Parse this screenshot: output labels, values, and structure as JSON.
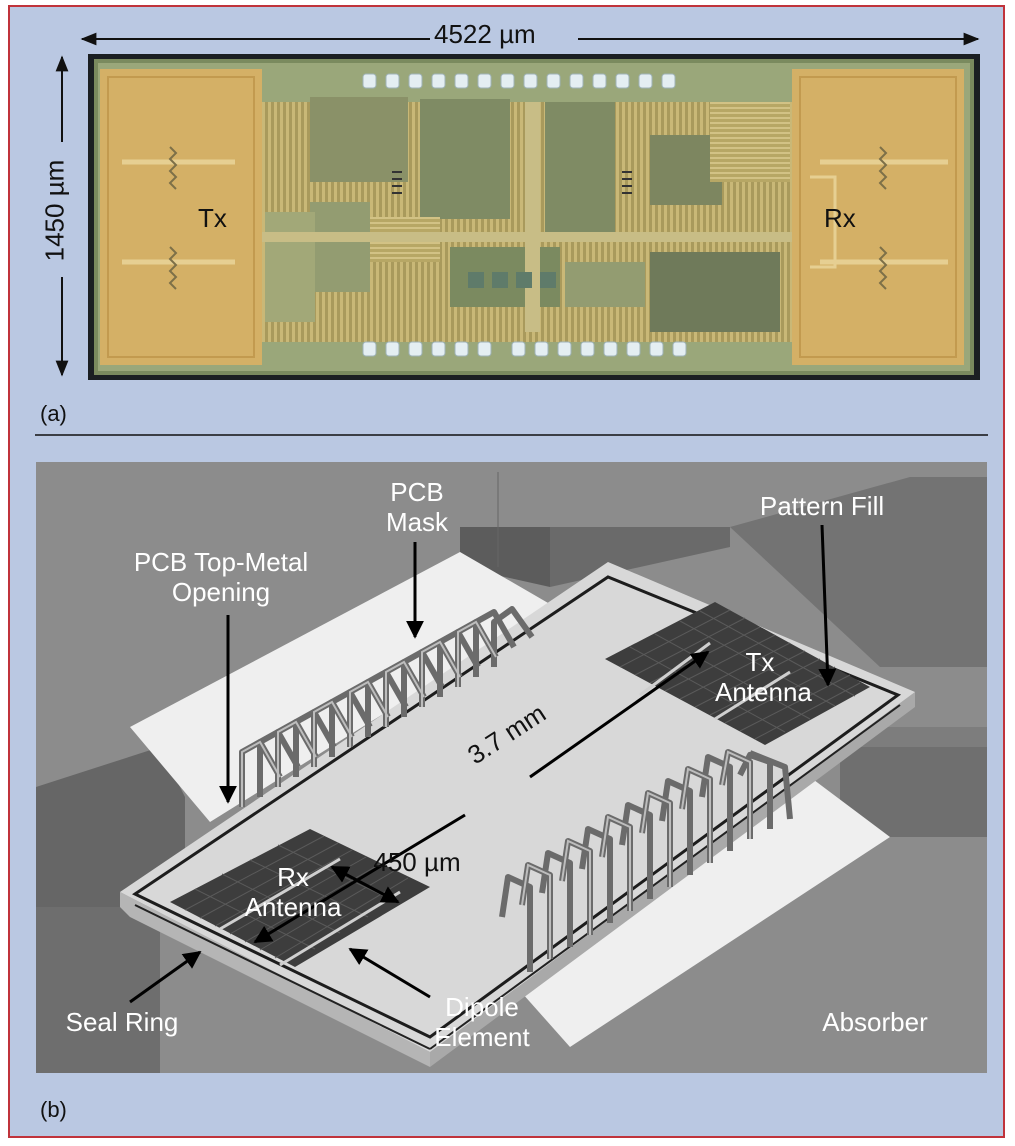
{
  "panel_a": {
    "label": "(a)",
    "width_dim": "4522 µm",
    "height_dim": "1450 µm",
    "tx_label": "Tx",
    "rx_label": "Rx"
  },
  "panel_b": {
    "label": "(b)",
    "pcb_mask_line1": "PCB",
    "pcb_mask_line2": "Mask",
    "pattern_fill": "Pattern Fill",
    "opening_line1": "PCB Top-Metal",
    "opening_line2": "Opening",
    "tx_ant_line1": "Tx",
    "tx_ant_line2": "Antenna",
    "distance": "3.7 mm",
    "ant_width": "450 µm",
    "rx_ant_line1": "Rx",
    "rx_ant_line2": "Antenna",
    "seal_ring": "Seal Ring",
    "dipole_line1": "Dipole",
    "dipole_line2": "Element",
    "absorber": "Absorber"
  },
  "colors": {
    "frame_border": "#c0333b",
    "frame_bg": "#bac8e2",
    "die_gold": "#d4b066",
    "die_green": "#9aa77a",
    "scene_bg": "#8c8c8c",
    "platform": "#d8d8d8",
    "antenna": "#3a3a3a"
  }
}
